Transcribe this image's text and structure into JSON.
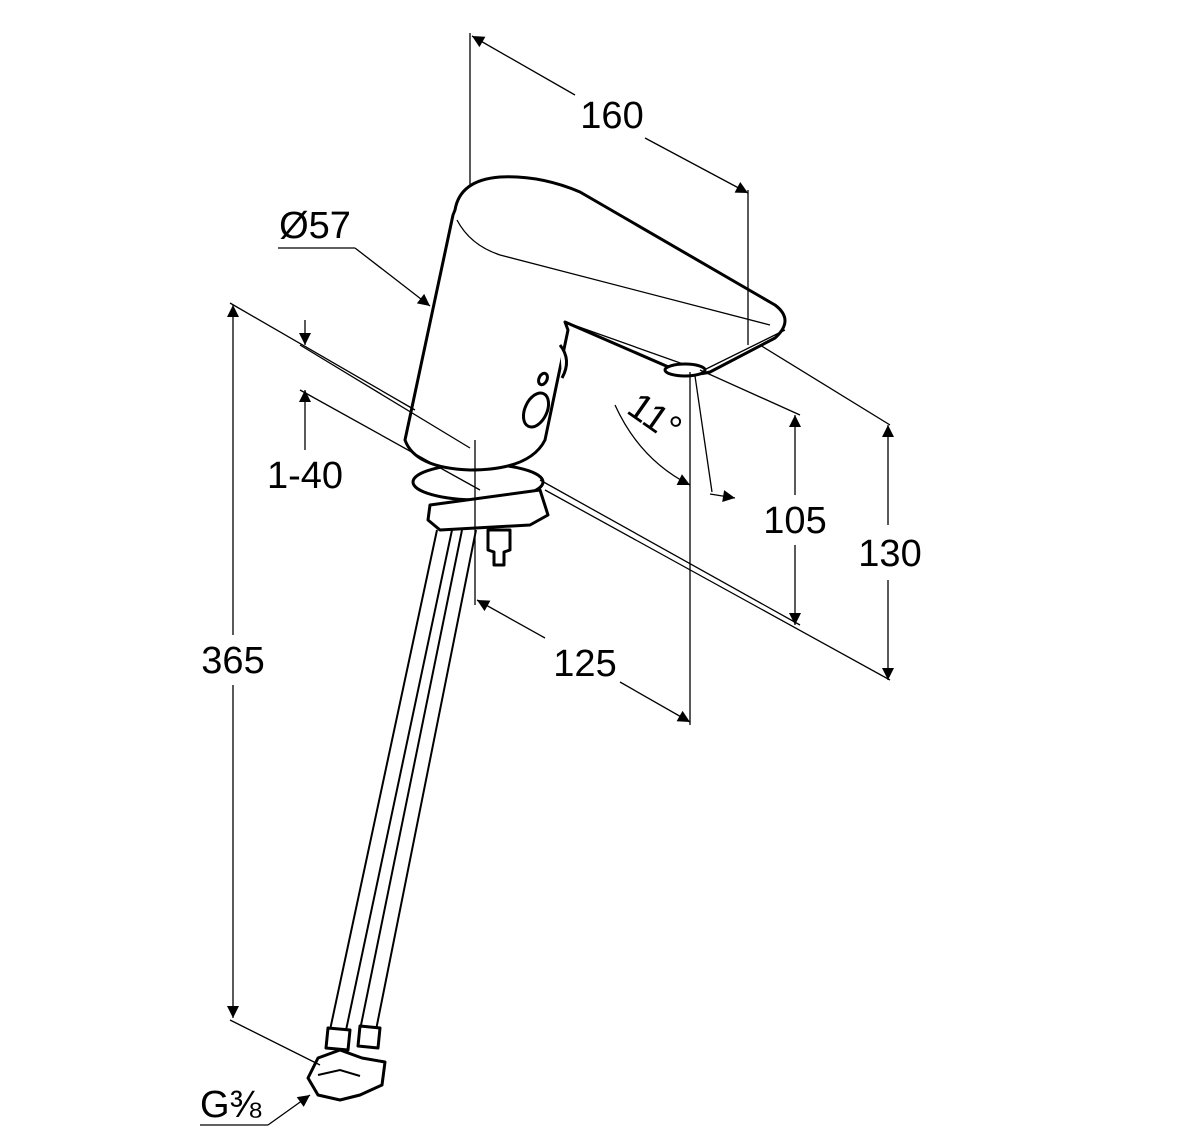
{
  "drawing": {
    "dimensions": {
      "spout_length": "160",
      "body_diameter": "Ø57",
      "clamping_range": "1-40",
      "hose_length": "365",
      "projection": "125",
      "outlet_height": "105",
      "total_height": "130",
      "spout_angle": "11°",
      "connection_thread": "G⅜"
    }
  }
}
